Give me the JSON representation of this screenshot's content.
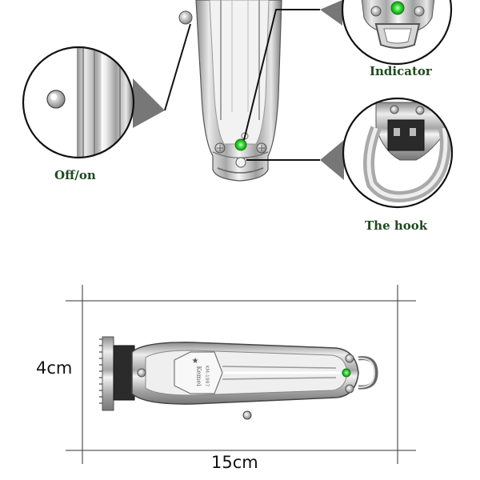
{
  "labels": {
    "indicator": "Indicator",
    "off_on": "Off/on",
    "hook": "The hook"
  },
  "dimensions": {
    "height": "4cm",
    "length": "15cm"
  },
  "logo": {
    "brand": "Kemei",
    "model": "KM-1997"
  },
  "colors": {
    "label_green": "#1f4a1f",
    "indicator_led": "#33dd33",
    "metal": "#c8c8c8"
  }
}
